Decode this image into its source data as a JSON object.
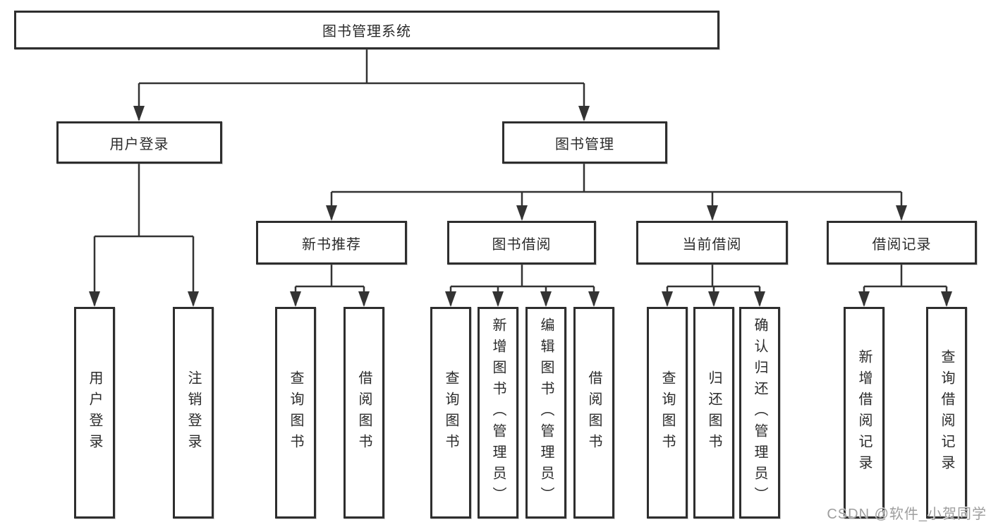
{
  "tree": {
    "root": {
      "label": "图书管理系统"
    },
    "children": [
      {
        "label": "用户登录",
        "children": [
          {
            "label": "用户登录"
          },
          {
            "label": "注销登录"
          }
        ]
      },
      {
        "label": "图书管理",
        "children": [
          {
            "label": "新书推荐",
            "children": [
              {
                "label": "查询图书"
              },
              {
                "label": "借阅图书"
              }
            ]
          },
          {
            "label": "图书借阅",
            "children": [
              {
                "label": "查询图书"
              },
              {
                "label": "新增图书（管理员）"
              },
              {
                "label": "编辑图书（管理员）"
              },
              {
                "label": "借阅图书"
              }
            ]
          },
          {
            "label": "当前借阅",
            "children": [
              {
                "label": "查询图书"
              },
              {
                "label": "归还图书"
              },
              {
                "label": "确认归还（管理员）"
              }
            ]
          },
          {
            "label": "借阅记录",
            "children": [
              {
                "label": "新增借阅记录"
              },
              {
                "label": "查询借阅记录"
              }
            ]
          }
        ]
      }
    ]
  },
  "watermark": "CSDN @软件_小贺同学",
  "colors": {
    "line": "#333333",
    "box_border": "#2e2e2e",
    "text": "#2b2b2b",
    "watermark": "#9e9e9e",
    "background": "#ffffff"
  }
}
